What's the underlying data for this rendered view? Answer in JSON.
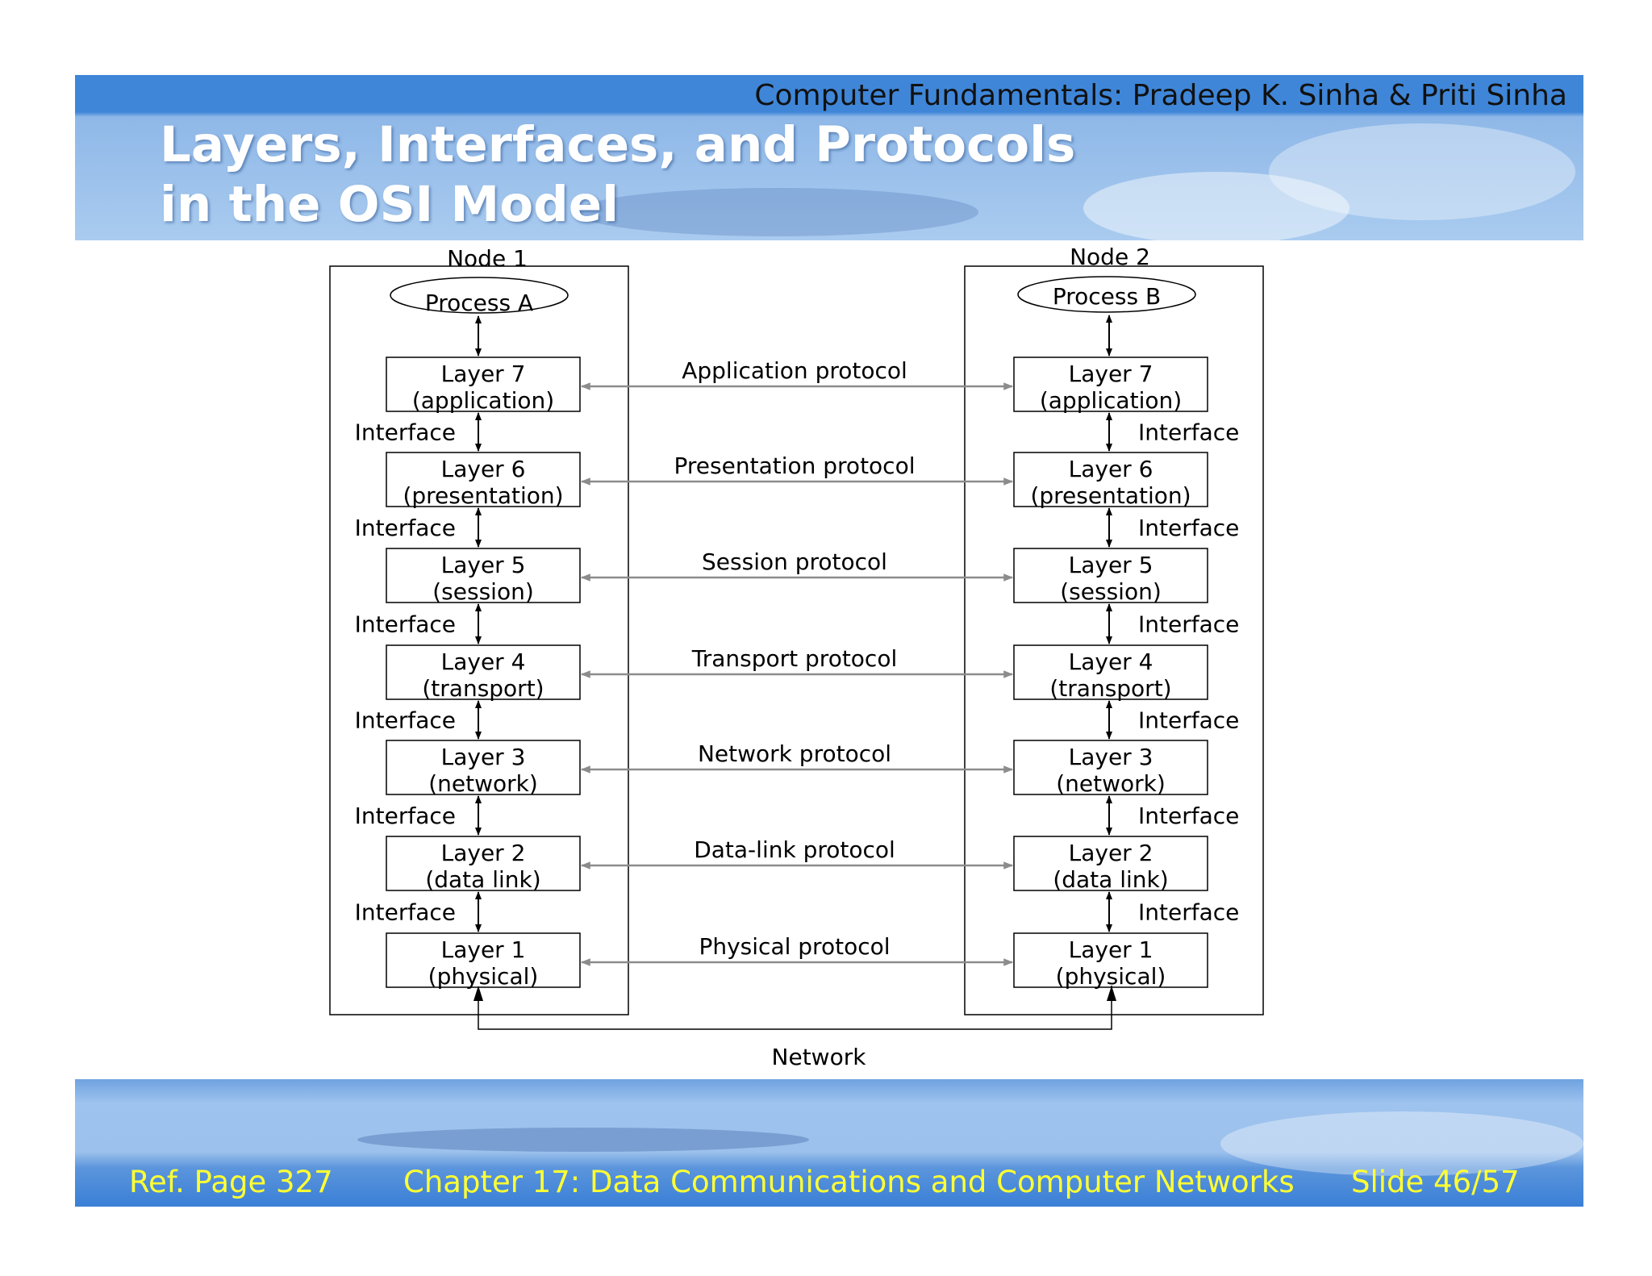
{
  "header": {
    "credit": "Computer Fundamentals: Pradeep K. Sinha & Priti Sinha",
    "title_line1": "Layers, Interfaces, and Protocols",
    "title_line2": "in the OSI Model"
  },
  "diagram": {
    "node1": {
      "label": "Node 1",
      "process": "Process A",
      "layers": [
        [
          "Layer 7",
          "(application)"
        ],
        [
          "Layer 6",
          "(presentation)"
        ],
        [
          "Layer 5",
          "(session)"
        ],
        [
          "Layer 4",
          "(transport)"
        ],
        [
          "Layer 3",
          "(network)"
        ],
        [
          "Layer 2",
          "(data link)"
        ],
        [
          "Layer 1",
          "(physical)"
        ]
      ]
    },
    "node2": {
      "label": "Node 2",
      "process": "Process B",
      "layers": [
        [
          "Layer 7",
          "(application)"
        ],
        [
          "Layer 6",
          "(presentation)"
        ],
        [
          "Layer 5",
          "(session)"
        ],
        [
          "Layer 4",
          "(transport)"
        ],
        [
          "Layer 3",
          "(network)"
        ],
        [
          "Layer 2",
          "(data link)"
        ],
        [
          "Layer 1",
          "(physical)"
        ]
      ]
    },
    "interface_label": "Interface",
    "protocols": [
      "Application protocol",
      "Presentation protocol",
      "Session protocol",
      "Transport protocol",
      "Network protocol",
      "Data-link protocol",
      "Physical protocol"
    ],
    "network_label": "Network"
  },
  "footer": {
    "ref": "Ref. Page 327",
    "chapter": "Chapter 17: Data Communications and Computer Networks",
    "slide": "Slide 46/57"
  },
  "colors": {
    "band_blue": "#3f86d8",
    "title_text": "#ffffff",
    "footer_text": "#ffff33",
    "protocol_arrow": "#8c8c8c"
  }
}
